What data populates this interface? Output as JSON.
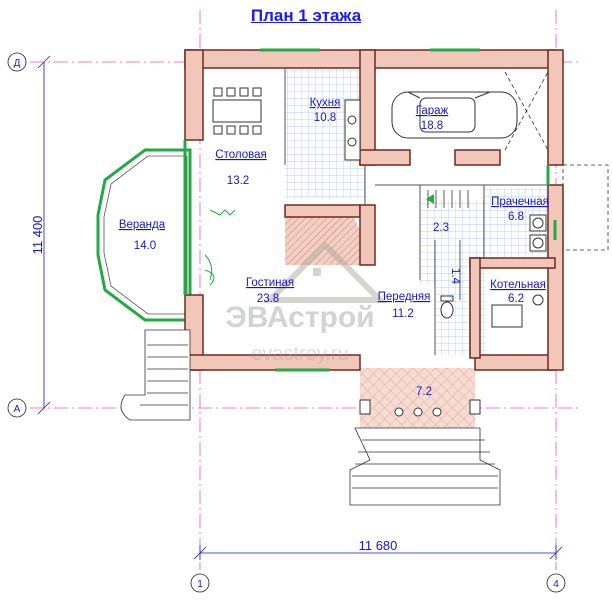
{
  "title": "План 1 этажа",
  "rooms": {
    "kitchen": {
      "name": "Кухня",
      "area": "10.8"
    },
    "garage": {
      "name": "Гараж",
      "area": "18.8"
    },
    "dining": {
      "name": "Столовая",
      "area": "13.2"
    },
    "veranda": {
      "name": "Веранда",
      "area": "14.0"
    },
    "laundry": {
      "name": "Прачечная",
      "area": "6.8"
    },
    "stairs": {
      "area": "2.3"
    },
    "wc": {
      "area": "1.4"
    },
    "living": {
      "name": "Гостиная",
      "area": "23.8"
    },
    "hall": {
      "name": "Передняя",
      "area": "11.2"
    },
    "boiler": {
      "name": "Котельная",
      "area": "6.2"
    },
    "porch": {
      "area": "7.2"
    }
  },
  "dimensions": {
    "width": "11 680",
    "height": "11 400"
  },
  "axes": {
    "top": "Д",
    "bottom": "А",
    "left": "1",
    "right": "4"
  },
  "watermark": {
    "brand": "ЭВАстрой",
    "site": "evastroy.ru"
  },
  "colors": {
    "wall": "#f3c6ba",
    "wall_stroke": "#6b2a20",
    "tile": "#c8dcff",
    "dim": "#1515d0",
    "axis": "#ff4fa8",
    "stroke": "#222222"
  }
}
